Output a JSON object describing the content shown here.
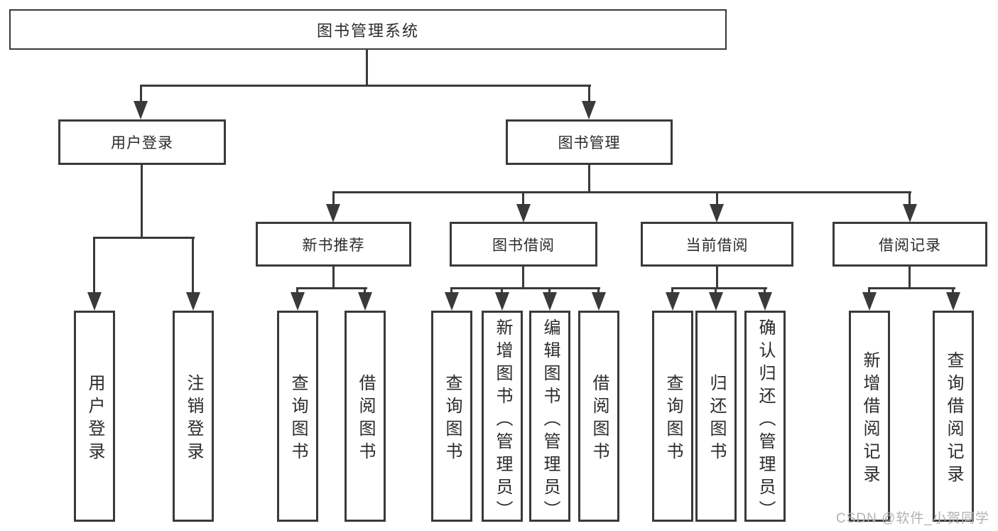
{
  "diagram": {
    "root": {
      "label": "图书管理系统"
    },
    "level2": {
      "user_login": {
        "label": "用户登录"
      },
      "book_mgmt": {
        "label": "图书管理"
      }
    },
    "level3": {
      "new_book_rec": {
        "label": "新书推荐"
      },
      "book_borrow": {
        "label": "图书借阅"
      },
      "current_borrow": {
        "label": "当前借阅"
      },
      "borrow_record": {
        "label": "借阅记录"
      }
    },
    "leaves": {
      "user_login": {
        "label": "用户登录"
      },
      "logout": {
        "label": "注销登录"
      },
      "rec_query_book": {
        "label": "查询图书"
      },
      "rec_borrow_book": {
        "label": "借阅图书"
      },
      "borrow_query_book": {
        "label": "查询图书"
      },
      "borrow_add_book": {
        "label": "新增图书（管理员）"
      },
      "borrow_edit_book": {
        "label": "编辑图书（管理员）"
      },
      "borrow_borrow_book": {
        "label": "借阅图书"
      },
      "current_query_book": {
        "label": "查询图书"
      },
      "current_return_book": {
        "label": "归还图书"
      },
      "current_confirm_return": {
        "label": "确认归还（管理员）"
      },
      "record_add": {
        "label": "新增借阅记录"
      },
      "record_query": {
        "label": "查询借阅记录"
      }
    }
  },
  "watermark": {
    "text": "CSDN @软件_小贺同学"
  },
  "colors": {
    "line": "#3a3a3a",
    "text": "#2b2b2b",
    "background": "#ffffff",
    "watermark": "#b2b2b6"
  }
}
